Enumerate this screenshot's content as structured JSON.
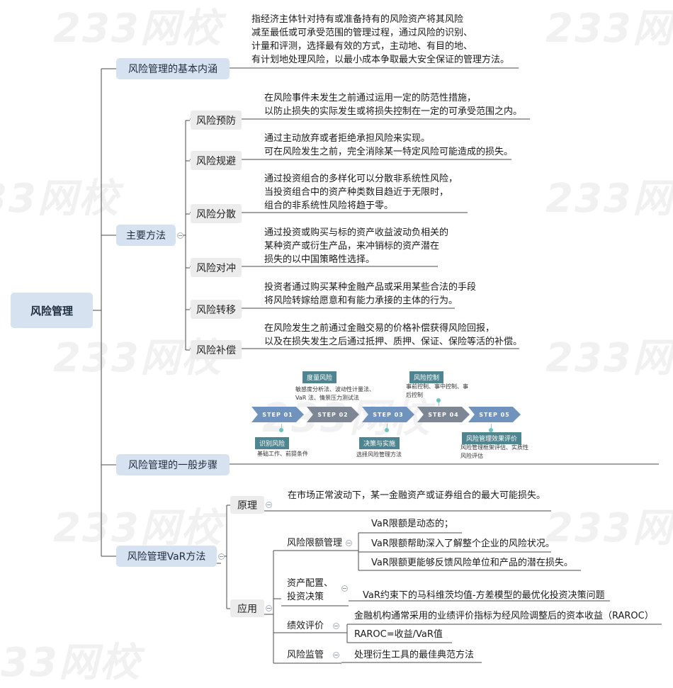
{
  "watermark": "233网校",
  "root": {
    "label": "风险管理"
  },
  "branches": {
    "connotation": {
      "label": "风险管理的基本内涵",
      "text": [
        "指经济主体针对持有或准备持有的风险资产将其风险",
        "减至最低或可承受范围的管理过程，通过风险的识别、",
        "计量和评测，选择最有效的方式，主动地、有目的地、",
        "有计划地处理风险，以最小成本争取最大安全保证的管理方法。"
      ]
    },
    "methods": {
      "label": "主要方法",
      "items": [
        {
          "label": "风险预防",
          "text": [
            "在风险事件未发生之前通过运用一定的防范性措施，",
            "以防止损失的实际发生或将损失控制在一定的可承受范围之内。"
          ]
        },
        {
          "label": "风险规避",
          "text": [
            "通过主动放弃或者拒绝承担风险来实现。",
            "可在风险发生之前，完全消除某一特定风险可能造成的损失。"
          ]
        },
        {
          "label": "风险分散",
          "text": [
            "通过投资组合的多样化可以分散非系统性风险，",
            "当投资组合中的资产种类数目趋近于无限时，",
            "组合的非系统性风险将趋于零。"
          ]
        },
        {
          "label": "风险对冲",
          "text": [
            "通过投资或购买与标的资产收益波动负相关的",
            "某种资产或衍生产品，来冲销标的资产潜在",
            "损失的以中国策略性选择。"
          ]
        },
        {
          "label": "风险转移",
          "text": [
            "投资者通过购买某种金融产品或采用某些合法的手段",
            "将风险转嫁给愿意和有能力承接的主体的行为。"
          ]
        },
        {
          "label": "风险补偿",
          "text": [
            "在风险发生之前通过金融交易的价格补偿获得风险回报，",
            "以及在损失发生之后通过抵押、质押、保证、保险等活的补偿。"
          ]
        }
      ]
    },
    "steps": {
      "label": "风险管理的一般步骤",
      "arrows": [
        "STEP  01",
        "STEP  02",
        "STEP  03",
        "STEP  04",
        "STEP  05"
      ],
      "top": [
        {
          "title": "度量风险",
          "desc": [
            "敏感度分析法、波动性计量法、",
            "VaR 法、情景压力测试法"
          ]
        },
        {
          "title": "风险控制",
          "desc": [
            "事前控制、事中控制、事",
            "后控制"
          ]
        }
      ],
      "bottom": [
        {
          "title": "识别风险",
          "desc": [
            "基础工作、前提条件"
          ]
        },
        {
          "title": "决策与实施",
          "desc": [
            "选择风险管理方法"
          ]
        },
        {
          "title": "风险管理效果评价",
          "desc": [
            "风险管理框架评估、实质性",
            "风险评估"
          ]
        }
      ]
    },
    "var": {
      "label": "风险管理VaR方法",
      "principle": {
        "label": "原理",
        "text": "在市场正常波动下，某一金融资产或证券组合的最大可能损失。"
      },
      "application": {
        "label": "应用",
        "limit": {
          "label": "风险限额管理",
          "items": [
            "VaR限额是动态的；",
            "VaR限额帮助深入了解整个企业的风险状况。",
            "VaR限额更能够反馈风险单位和产品的潜在损失。"
          ]
        },
        "allocation": {
          "label1": "资产配置、",
          "label2": "投资决策",
          "text": "VaR约束下的马科维茨均值-方差模型的最优化投资决策问题"
        },
        "performance": {
          "label": "绩效评价",
          "items": [
            "金融机构通常采用的业绩评价指标为经风险调整后的资本收益（RAROC）",
            "RAROC=收益/VaR值"
          ]
        },
        "supervision": {
          "label": "风险监管",
          "text": "处理衍生工具的最佳典范方法"
        }
      }
    }
  },
  "colors": {
    "node": "#d6e2f0",
    "subnode": "#ececec",
    "line": "#4a4a4a",
    "step": "#6f93bd",
    "ptitle": "#4f8590"
  }
}
